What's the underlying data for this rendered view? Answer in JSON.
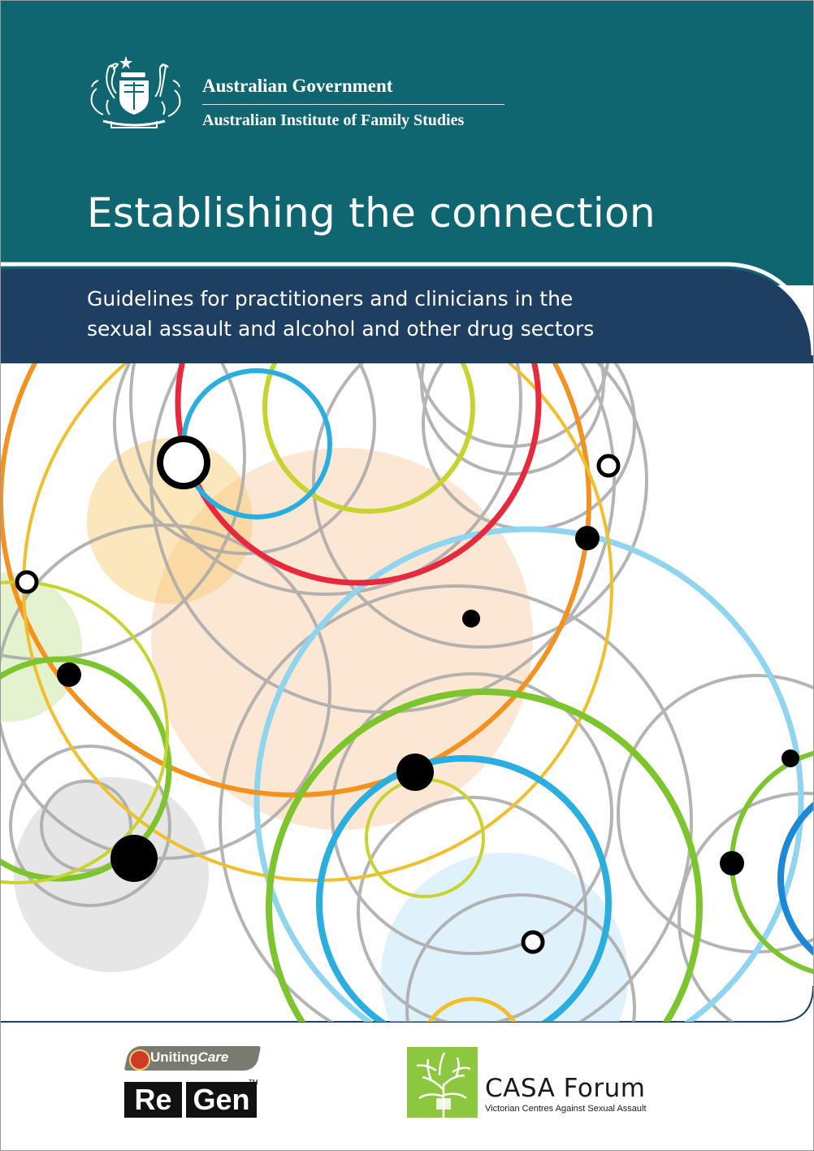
{
  "colors": {
    "header_teal": "#0f6670",
    "band_navy": "#1e3e62",
    "white": "#ffffff",
    "orange": "#f4921f",
    "yellow": "#f2bf2c",
    "red": "#e8283c",
    "lime": "#c8d42e",
    "green": "#7cc52c",
    "cyan": "#2aaee0",
    "light_cyan": "#8fd5f0",
    "blue": "#1e88d8",
    "gray": "#a3a3a3",
    "casa_green": "#8dc63f"
  },
  "header": {
    "government_name": "Australian Government",
    "institute_name": "Australian Institute of Family Studies",
    "title": "Establishing the connection",
    "subtitle_line1": "Guidelines for practitioners and clinicians in the",
    "subtitle_line2": "sexual assault and alcohol and other drug sectors"
  },
  "logos": {
    "uniting": "Uniting",
    "uniting_care": "Care",
    "regen_re": "Re",
    "regen_gen": "Gen",
    "regen_tm": "TM",
    "casa_name": "CASA Forum",
    "casa_tagline": "Victorian Centres Against Sexual Assault"
  },
  "icons": {
    "crest": "coat-of-arms-icon",
    "tree": "casa-tree-icon"
  }
}
